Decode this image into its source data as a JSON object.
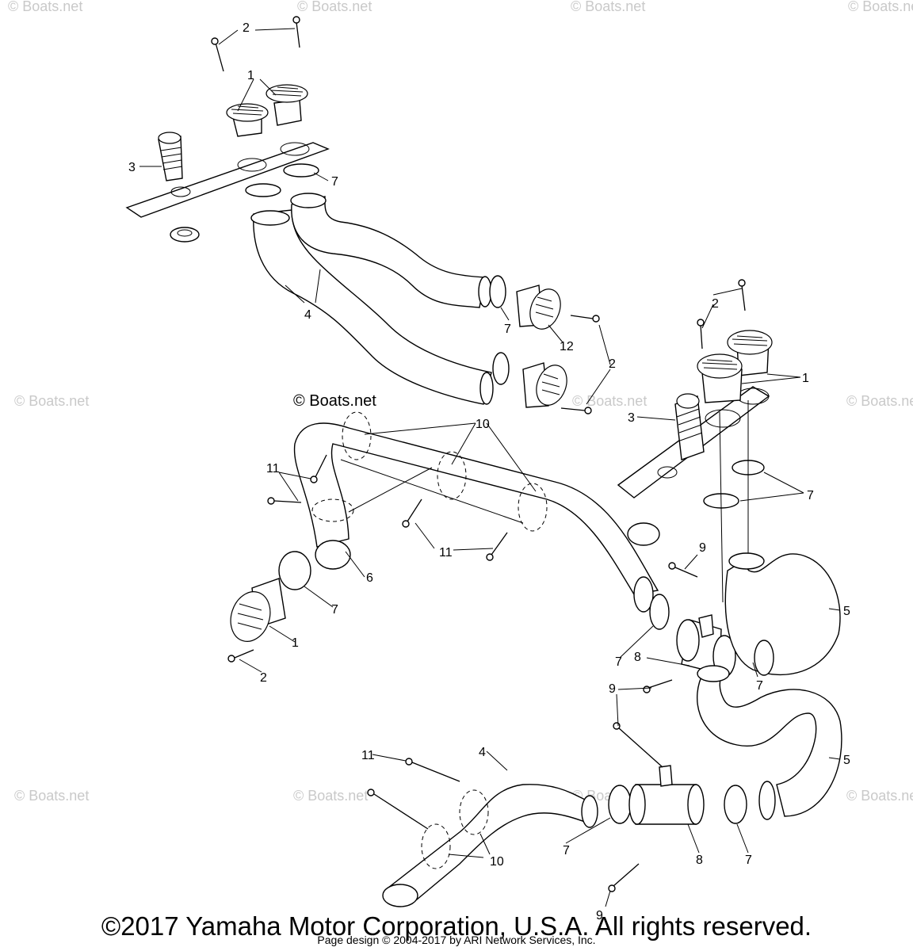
{
  "watermarks": {
    "light": "© Boats.net",
    "dark": "© Boats.net"
  },
  "callouts": {
    "n1": "1",
    "n2": "2",
    "n3": "3",
    "n4": "4",
    "n5": "5",
    "n6": "6",
    "n7": "7",
    "n8": "8",
    "n9": "9",
    "n10": "10",
    "n11": "11",
    "n12": "12"
  },
  "footer": {
    "copyright": "©2017 Yamaha Motor Corporation, U.S.A. All rights reserved.",
    "page_design": "Page design © 2004-2017 by ARI Network Services, Inc."
  }
}
